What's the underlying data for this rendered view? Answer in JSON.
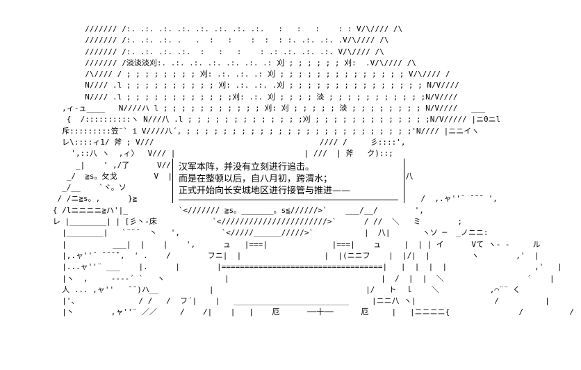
{
  "ascii_art": [
    "          /////// /:. .:. .:. .:. .:. .:. .:. .:.   :   :   :    : : V/\\//// /\\",
    "          /////// /:. .:. .:. .   .  :   :    :  :  : :. .:. .:. .V/\\//// /\\",
    "          /////// /:. .:. .:. .:.  :   :   :    : .: .:. .:. .:. V/\\//// /\\",
    "          /////// /淡淡淡刈:. .:. .:. .:. .:. .:. .: 刈 ; ; ; ; ; ; 刈:  .V/\\//// /\\",
    "          /\\//// / ; ; ; ; ; ; ; ; 刈: .:. .:. .: 刈 ; ; ; ; ; ; ; ; ; ; ; ; ; ; V/\\//// /",
    "          N//// .l ; ; ; ; ; ; ; ; ; ; 刈: .:. .:. .刈 ; ; ; ; ; ; ; ; ; ; ; ; ; ; ; N/V////",
    "          N//// .l ; ; ; ; ; ; ; ; ; ; ; ;刈: .:. 刈 ; ; ; ; 淡 ; ; ; ; ; ; ; ; ; ; ;N/V////",
    "     ,ィ-ュ____   N////ハ l ; ; ; ; ; ; ; ; ; ; ; 刈: 刈 ; ; ; ; ; 淡 ; ; ; ; ; ; ; ; N/V////   ___",
    "      {  /::::::::::ヽ N///八 .l ; ; ; ; ; ; ; ; ; ; ; ; ;刈 ; ; ; ; ; ; ; ; ; ; ; ; ;N/V///// |ニ0ニl",
    "     斥:::::::::笠¨` i V////八´, ; ; ; ; ; ; ; ; ; ; ; ; ; ; ; ; ; ; ; ; ; ; ; ; ;'N//// |ニニイヽ",
    "     レ\\::::ィ1/ 斧 ; V///                                    //// /     彡::::',",
    "       ',::八 ヽ  ,ィ〉  V/// |                            | ///  | 斧   ク)::;",
    "        _|    ' ,/了      V// |                            | //    レ    イ 刎",
    "      _/  ≧s。攵戈        V  |                            | /          ヒ    /   八",
    "     _/__    `ヾ。ソ                                            、 ,.ャ''¨  ̄ ̄ ヽ",
    "    / /ニ≧s。,      }≧          `<//////≧s。; ; ; ; ; ; ; ; ; ; ; ; ; ;s≦///>´      /  ,.ャ''¨ ̄ ̄ ̄  ',",
    "   { /lニニニニ≧ハ'|_           `</////// ≧s。_______。s≦//////>`    ___/__/        ',",
    "   レ |________| | [彡丶-床            `<///////////////////////>`      / //  ＼   ミ        ;",
    "     |________|   `¨¨¨  丶   ',         `</////______/////>`           |  八|       ヽソ ─  _ノニニ:",
    "     |          ___|  |    |    ',      ュ   |===|              |===|    ュ     |  | | イ      Vて ヽ- -     ル",
    "     |,.ャ''¨ ̄ ̄ ̄ ̄`,  ' .    /        フニ|  |                  |  |(ニニフ    |  |/|  |         ヽ        ,'  |",
    "     |...ャ''¨ ___    |.      |        |===================================|   |  |  |  |                   ,'   |",
    "     |ヽ  ,     ----´ `   ヽ             |                                 |  /  |  |  ＼                  ´    |",
    "     人 ... ,ャ''   ̄ ̄ )ハ__           |                                 |/   ト  ｌ    ＼           ,⌒¨¨ く",
    "     |'、             / /   /  フ´|    |   _________________________     |ニニ八 ヽ|                 /          |",
    "     |丶        ,ャ''¨ ／／     /    /|    |   |    厄      ──十──      厄     |   |ニニニニ{               /          /"
  ],
  "caption": {
    "line1": "汉军本阵，并没有立刻进行追击。",
    "line2": "而是在整顿以后，自八月初，跨渭水；",
    "line3": "正式开始向长安城地区进行接管与推进——"
  }
}
